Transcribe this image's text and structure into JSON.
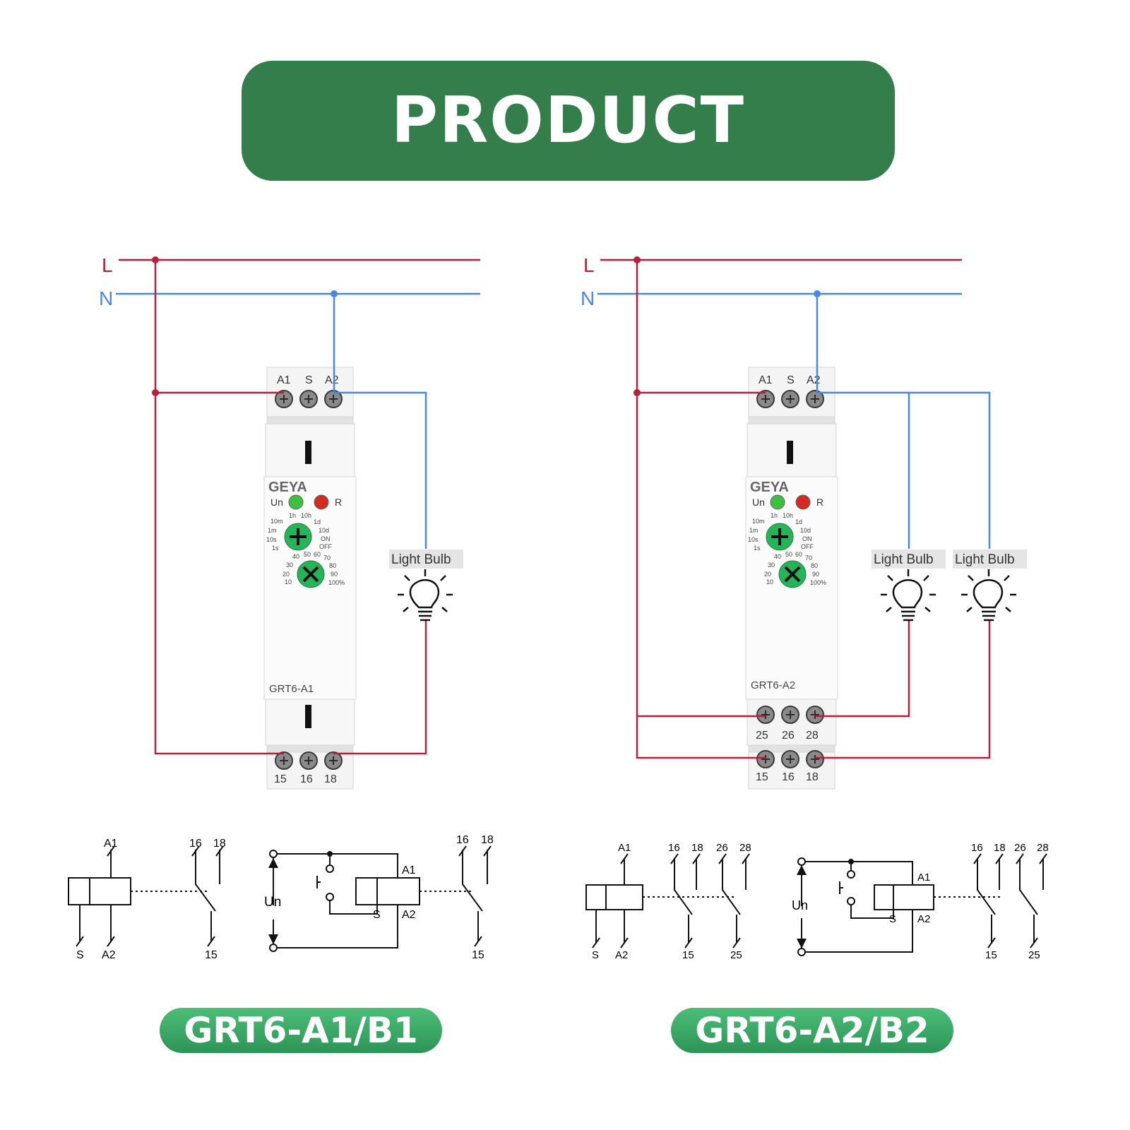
{
  "banner": {
    "title": "PRODUCT WIRING"
  },
  "colors": {
    "phase": "#b81f3b",
    "neutral": "#4a88e0",
    "banner": "#347e4c",
    "dial": "#27b35a"
  },
  "diagrams": [
    {
      "device_model": "GRT6-A1",
      "caption": "GRT6-A1/B1",
      "brand": "GEYA",
      "line_label": "L",
      "neutral_label": "N",
      "top_terminals": [
        "A1",
        "S",
        "A2"
      ],
      "bottom_terminals": [
        "15",
        "16",
        "18"
      ],
      "lamps": [
        "Light Bulb"
      ],
      "led_labels": [
        "Un",
        "R"
      ],
      "time_scale": [
        "1h",
        "10h",
        "1d",
        "10m",
        "10d",
        "1m",
        "ON",
        "10s",
        "OFF",
        "1s"
      ],
      "percent_scale": [
        "40",
        "50",
        "60",
        "70",
        "30",
        "80",
        "20",
        "90",
        "10",
        "100%"
      ],
      "schematic": {
        "coil_terms": [
          "A1",
          "S",
          "A2"
        ],
        "contacts": [
          "16",
          "18",
          "15"
        ],
        "supply": "Un",
        "circuit_terms": [
          "A1",
          "S",
          "A2"
        ],
        "circuit_contacts": [
          "16",
          "18",
          "15"
        ]
      }
    },
    {
      "device_model": "GRT6-A2",
      "caption": "GRT6-A2/B2",
      "brand": "GEYA",
      "line_label": "L",
      "neutral_label": "N",
      "top_terminals": [
        "A1",
        "S",
        "A2"
      ],
      "mid_terminals": [
        "25",
        "26",
        "28"
      ],
      "bottom_terminals": [
        "15",
        "16",
        "18"
      ],
      "lamps": [
        "Light Bulb",
        "Light Bulb"
      ],
      "led_labels": [
        "Un",
        "R"
      ],
      "time_scale": [
        "1h",
        "10h",
        "1d",
        "10m",
        "10d",
        "1m",
        "ON",
        "10s",
        "OFF",
        "1s"
      ],
      "percent_scale": [
        "40",
        "50",
        "60",
        "70",
        "30",
        "80",
        "20",
        "90",
        "10",
        "100%"
      ],
      "schematic": {
        "coil_terms": [
          "A1",
          "S",
          "A2"
        ],
        "contacts": [
          "16",
          "18",
          "26",
          "28",
          "15",
          "25"
        ],
        "supply": "Un",
        "circuit_terms": [
          "A1",
          "S",
          "A2"
        ],
        "circuit_contacts": [
          "16",
          "18",
          "26",
          "28",
          "15",
          "25"
        ]
      }
    }
  ]
}
